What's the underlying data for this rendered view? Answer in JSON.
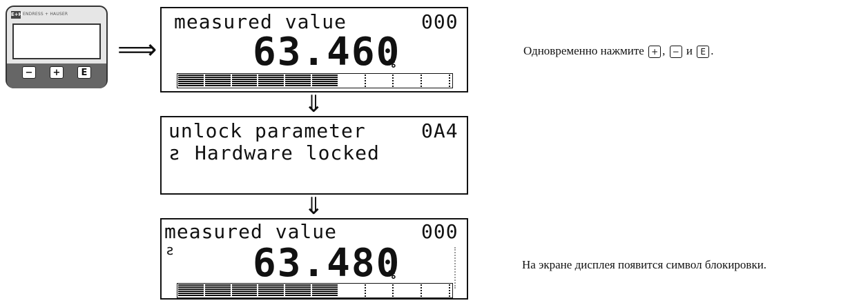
{
  "device": {
    "brand": "ENDRESS + HAUSER",
    "logo": "E+H",
    "keys": [
      "−",
      "+",
      "E"
    ]
  },
  "lcd1": {
    "title": "measured value",
    "code": "000",
    "value": "63.460",
    "unit": "%",
    "bar_fill": 0.6
  },
  "lcd2": {
    "title": "unlock parameter",
    "code": "0A4",
    "line2": "Hardware locked",
    "lock_glyph": "ƨ"
  },
  "lcd3": {
    "title": "measured value",
    "code": "000",
    "value": "63.480",
    "unit": "%",
    "bar_fill": 0.6,
    "lock_glyph": "ƨ"
  },
  "instructions": {
    "step1_text": "Одновременно нажмите",
    "step1_keys": [
      "+",
      "−",
      "E"
    ],
    "step1_sep": ",",
    "step1_and": "и",
    "step1_end": ".",
    "step2_text": "На экране дисплея появится символ блокировки."
  },
  "arrows": {
    "right": "⟹",
    "down": "⇓"
  }
}
